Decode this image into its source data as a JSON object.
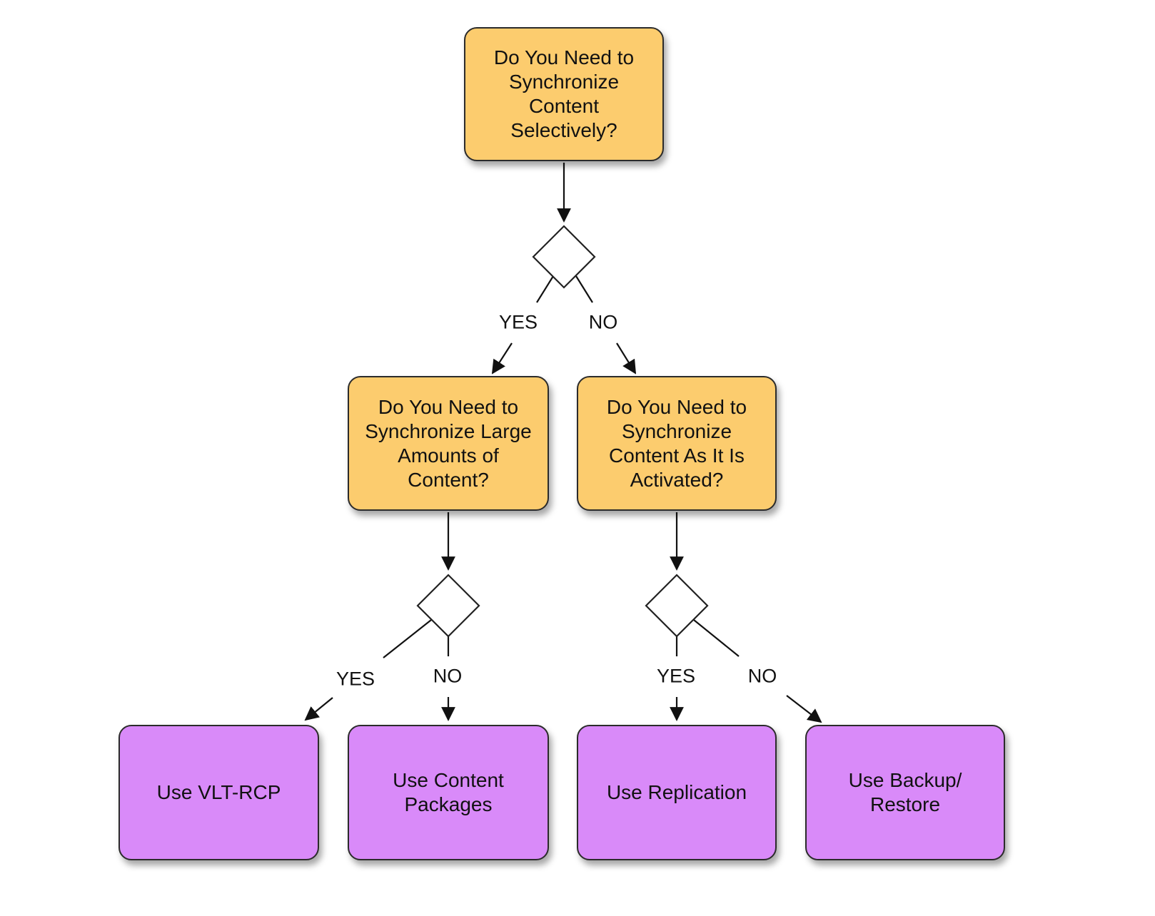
{
  "questions": {
    "q1": "Do You Need to\nSynchronize\nContent\nSelectively?",
    "q2": "Do You Need to\nSynchronize Large\nAmounts of\nContent?",
    "q3": "Do You Need to\nSynchronize\nContent As It Is\nActivated?"
  },
  "outcomes": {
    "vlt_rcp": "Use VLT-RCP",
    "content_packages": "Use Content\nPackages",
    "replication": "Use Replication",
    "backup_restore": "Use Backup/\nRestore"
  },
  "edge_labels": {
    "d1_yes": "YES",
    "d1_no": "NO",
    "d2_yes": "YES",
    "d2_no": "NO",
    "d3_yes": "YES",
    "d3_no": "NO"
  },
  "colors": {
    "question_fill": "#fccc6e",
    "outcome_fill": "#d98af9",
    "decision_fill": "#ffffff",
    "stroke": "#111111"
  }
}
